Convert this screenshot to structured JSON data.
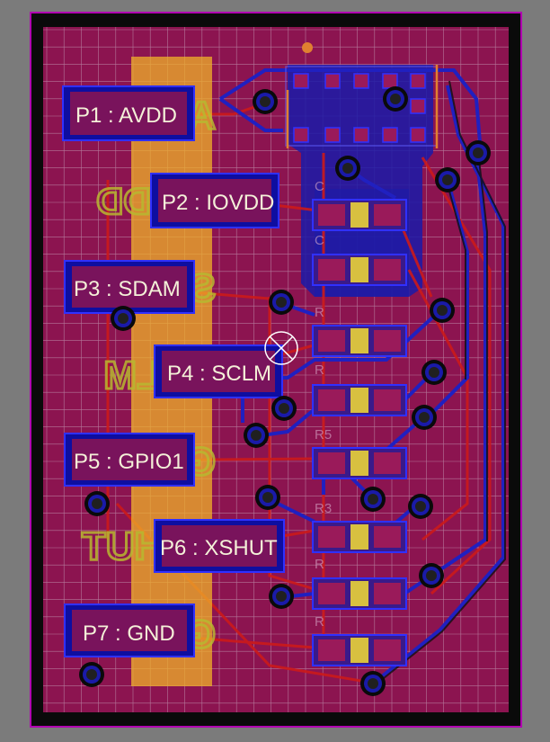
{
  "colors": {
    "background": "#7b7b7b",
    "outline": "#b000b0",
    "board_edge": "#0a0a0a",
    "top_copper": "#8c1450",
    "trace_red": "#cc1a1a",
    "bottom_copper": "#1a1aa8",
    "pad_outline": "#3030ff",
    "silkscreen": "#c8c832",
    "highlight": "#f0b028",
    "drill": "#202020",
    "pin1_marker": "#e08030",
    "grid": "#d8c8d8"
  },
  "pads": [
    {
      "id": "P1",
      "label": "P1 : AVDD"
    },
    {
      "id": "P2",
      "label": "P2 : IOVDD"
    },
    {
      "id": "P3",
      "label": "P3 : SDAM"
    },
    {
      "id": "P4",
      "label": "P4 : SCLM"
    },
    {
      "id": "P5",
      "label": "P5 : GPIO1"
    },
    {
      "id": "P6",
      "label": "P6 : XSHUT"
    },
    {
      "id": "P7",
      "label": "P7 : GND"
    }
  ],
  "mirrored_silk_labels": [
    "AVDD",
    "IOVDD",
    "SDAM",
    "SCLM",
    "GPIO1",
    "XSHUT",
    "GND"
  ],
  "component_refs": [
    "C",
    "C",
    "R",
    "R",
    "R5",
    "R3",
    "R",
    "R"
  ],
  "icons": {
    "crosshair": "crosshair-icon",
    "pin1": "pin1-marker-icon"
  }
}
